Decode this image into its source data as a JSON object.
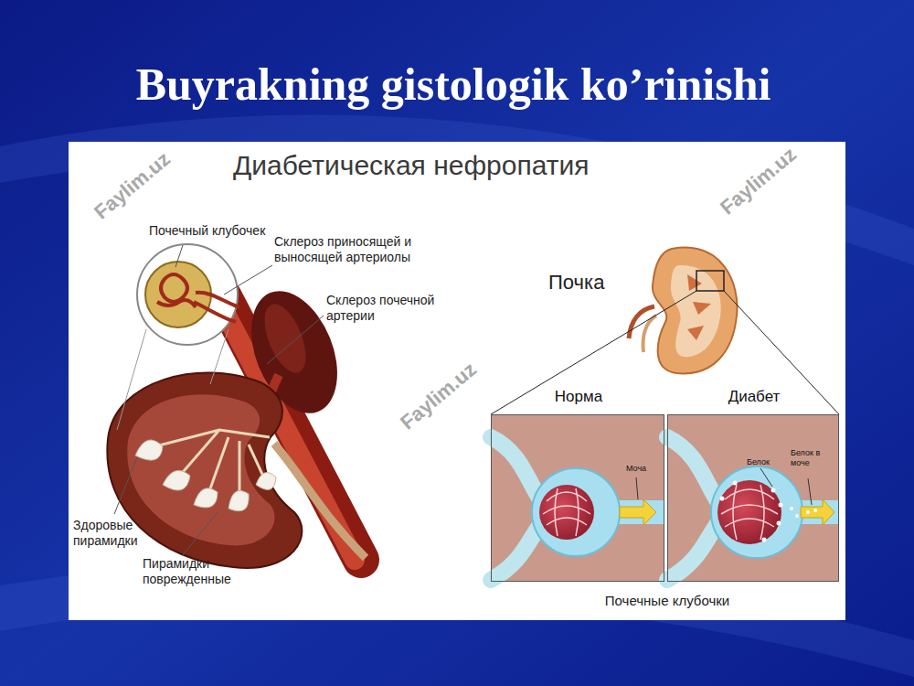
{
  "diagram": {
    "title": "Buyrakning gistologik ko’rinishi",
    "nodes": [
      {
        "text": [
          "Норма",
          "Моча"
        ]
      },
      {
        "text": [
          "Диабет",
          "Белок",
          "Белок в моче"
        ]
      }
    ],
    "labels": [
      "Диабетическая нефропатия",
      "Почечный клубочек",
      "Склероз приносящей и выносящей артериолы",
      "Склероз почечной артерии",
      "Здоровые пирамидки",
      "Пирамидки поврежденные",
      "Почка",
      "Почечные клубочки",
      "Faylim.uz",
      "Faylim.uz",
      "Faylim.uz"
    ]
  }
}
